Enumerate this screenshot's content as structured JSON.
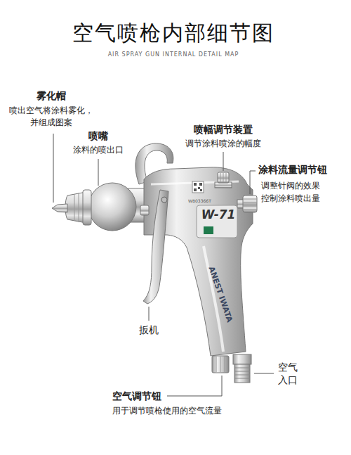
{
  "diagram": {
    "title": "空气喷枪内部细节图",
    "labels": [
      "AIR SPRAY GUN INTERNAL DETAIL MAP",
      "雾化帽",
      "喷出空气将涂料雾化， 并组成图案",
      "喷嘴",
      "涂料的喷出口",
      "喷幅调节装置",
      "调节涂料喷涂的幅度",
      "涂料流量调节钮",
      "调整针阀的效果 控制涂料喷出量",
      "扳机",
      "空气 入口",
      "空气调节钮",
      "用于调节喷枪使用的空气流量",
      "W-71",
      "ANEST IWATA",
      "WB03366T"
    ]
  }
}
